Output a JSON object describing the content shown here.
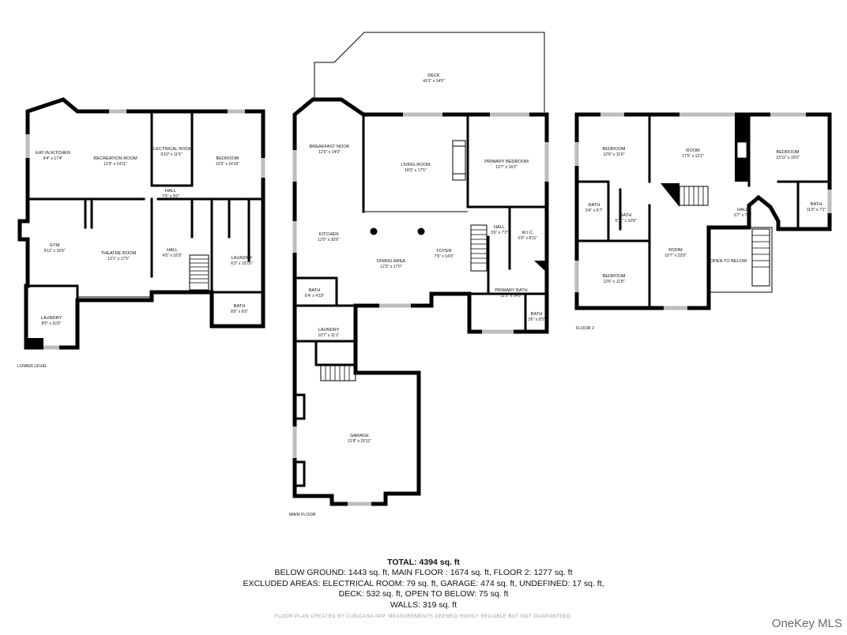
{
  "levels": {
    "lower": {
      "label": "LOWER LEVEL",
      "rooms": [
        {
          "name": "EAT-IN KITCHEN",
          "dim": "9'4\" x 17'4\""
        },
        {
          "name": "RECREATION ROOM",
          "dim": "12'9\" x 14'11\""
        },
        {
          "name": "ELECTRICAL ROOM",
          "dim": "6'10\" x 11'6\""
        },
        {
          "name": "BEDROOM",
          "dim": "12'6\" x 14'10\""
        },
        {
          "name": "HALL",
          "dim": "7'3\" x 3'0\""
        },
        {
          "name": "GYM",
          "dim": "9'11\" x 15'6\""
        },
        {
          "name": "THEATRE ROOM",
          "dim": "13'1\" x 17'5\""
        },
        {
          "name": "HALL",
          "dim": "4'5\" x 16'3\""
        },
        {
          "name": "LAUNDRY",
          "dim": "6'3\" x 15'10\""
        },
        {
          "name": "BATH",
          "dim": "8'9\" x 6'5\""
        },
        {
          "name": "LAUNDRY",
          "dim": "8'5\" x 10'3\""
        }
      ]
    },
    "main": {
      "label": "MAIN FLOOR",
      "rooms": [
        {
          "name": "DECK",
          "dim": "41'3\" x 14'0\""
        },
        {
          "name": "BREAKFAST NOOK",
          "dim": "12'0\" x 14'9\""
        },
        {
          "name": "LIVING ROOM",
          "dim": "18'3\" x 17'5\""
        },
        {
          "name": "PRIMARY BEDROOM",
          "dim": "13'7\" x 16'2\""
        },
        {
          "name": "KITCHEN",
          "dim": "12'0\" x 20'6\""
        },
        {
          "name": "HALL",
          "dim": "3'6\" x 7'2\""
        },
        {
          "name": "W.I.C.",
          "dim": "6'0\" x 8'11\""
        },
        {
          "name": "FOYER",
          "dim": "7'5\" x 14'0\""
        },
        {
          "name": "DINING AREA",
          "dim": "12'3\" x 17'0\""
        },
        {
          "name": "PRIMARY BATH",
          "dim": "11'3\" x 14'9\""
        },
        {
          "name": "BATH",
          "dim": "6'4\" x 4'10\""
        },
        {
          "name": "BATH",
          "dim": "3'6\" x 6'5\""
        },
        {
          "name": "LAUNDRY",
          "dim": "10'7\" x 11'1\""
        },
        {
          "name": "GARAGE",
          "dim": "21'8\" x 25'11\""
        }
      ]
    },
    "floor2": {
      "label": "FLOOR 2",
      "rooms": [
        {
          "name": "BEDROOM",
          "dim": "12'6\" x 11'6\""
        },
        {
          "name": "ROOM",
          "dim": "17'5\" x 12'2\""
        },
        {
          "name": "BEDROOM",
          "dim": "13'11\" x 15'0\""
        },
        {
          "name": "BATH",
          "dim": "5'4\" x 5'7\""
        },
        {
          "name": "BATH",
          "dim": "6'11\" x 10'8\""
        },
        {
          "name": "HALL",
          "dim": "6'7\" x 7'6\""
        },
        {
          "name": "BATH",
          "dim": "11'9\" x 7'1\""
        },
        {
          "name": "BEDROOM",
          "dim": "12'6\" x 11'8\""
        },
        {
          "name": "ROOM",
          "dim": "10'7\" x 22'8\""
        },
        {
          "name": "OPEN TO BELOW",
          "dim": ""
        }
      ]
    }
  },
  "summary": {
    "total": "TOTAL: 4394 sq. ft",
    "lines": [
      "BELOW GROUND: 1443 sq. ft, MAIN FLOOR : 1674 sq. ft, FLOOR 2: 1277 sq. ft",
      "EXCLUDED AREAS: ELECTRICAL ROOM: 79 sq. ft, GARAGE: 474 sq. ft, UNDEFINED: 17 sq. ft,",
      "DECK: 532 sq. ft, OPEN TO BELOW: 75 sq. ft",
      "WALLS: 319 sq. ft"
    ]
  },
  "disclaimer": "FLOOR PLAN CREATED BY CUBICASA APP. MEASUREMENTS DEEMED HIGHLY RELIABLE BUT NOT GUARANTEED.",
  "watermark": "OneKey MLS"
}
